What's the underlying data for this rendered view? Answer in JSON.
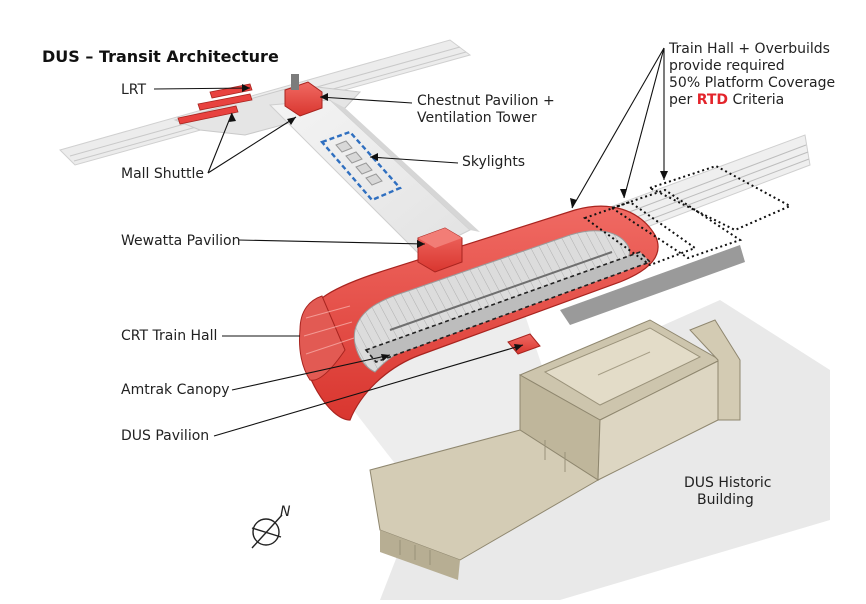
{
  "title": "DUS – Transit Architecture",
  "labels": {
    "lrt": "LRT",
    "chestnut_line1": "Chestnut Pavilion +",
    "chestnut_line2": "Ventilation Tower",
    "skylights": "Skylights",
    "mall_shuttle": "Mall Shuttle",
    "wewatta": "Wewatta Pavilion",
    "crt_train_hall": "CRT Train Hall",
    "amtrak_canopy": "Amtrak Canopy",
    "dus_pavilion": "DUS Pavilion",
    "historic_line1": "DUS Historic",
    "historic_line2": "Building",
    "coverage_line1": "Train Hall + Overbuilds",
    "coverage_line2": "provide required",
    "coverage_line3": "50% Platform Coverage",
    "coverage_line4_pre": "per ",
    "coverage_line4_rtd": "RTD",
    "coverage_line4_post": " Criteria",
    "north": "N"
  },
  "colors": {
    "pavilion_red": "#e8423f",
    "skylight_blue": "#2f6fc0",
    "historic_tan": "#d9d2bd",
    "rtd_red": "#e3242b"
  }
}
